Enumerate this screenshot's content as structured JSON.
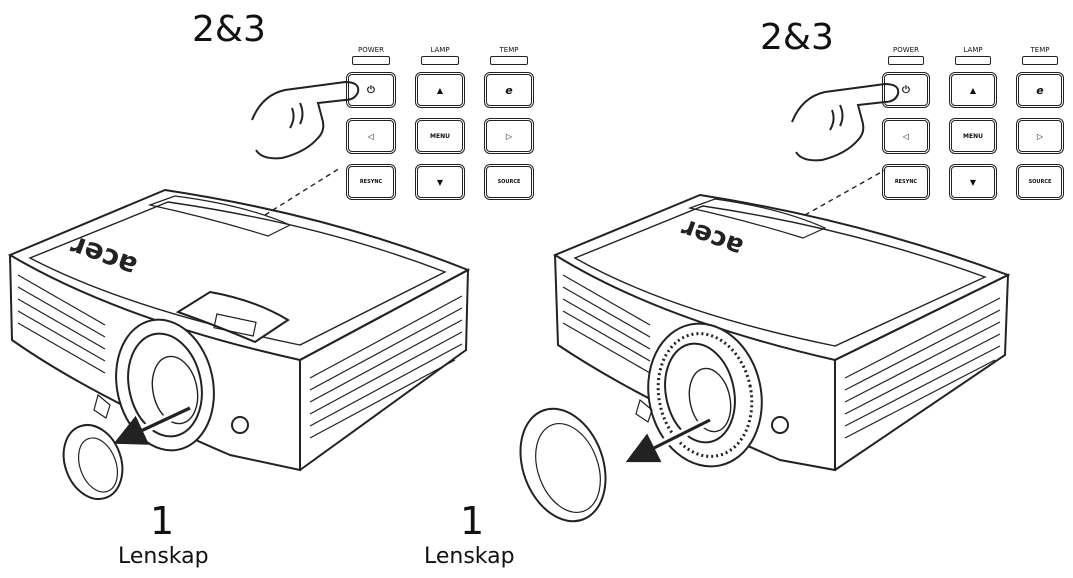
{
  "left": {
    "step_top": "2&3",
    "step_bottom": "1",
    "caption": "Lenskap",
    "brand": "acer",
    "panel": {
      "indicators": [
        "POWER",
        "LAMP",
        "TEMP"
      ],
      "keys": [
        "⏻",
        "▲",
        "e",
        "◁",
        "MENU",
        "▷",
        "RESYNC",
        "▼",
        "SOURCE"
      ]
    }
  },
  "right": {
    "step_top": "2&3",
    "step_bottom": "1",
    "caption": "Lenskap",
    "brand": "acer",
    "panel": {
      "indicators": [
        "POWER",
        "LAMP",
        "TEMP"
      ],
      "keys": [
        "⏻",
        "▲",
        "e",
        "◁",
        "MENU",
        "▷",
        "RESYNC",
        "▼",
        "SOURCE"
      ]
    }
  }
}
